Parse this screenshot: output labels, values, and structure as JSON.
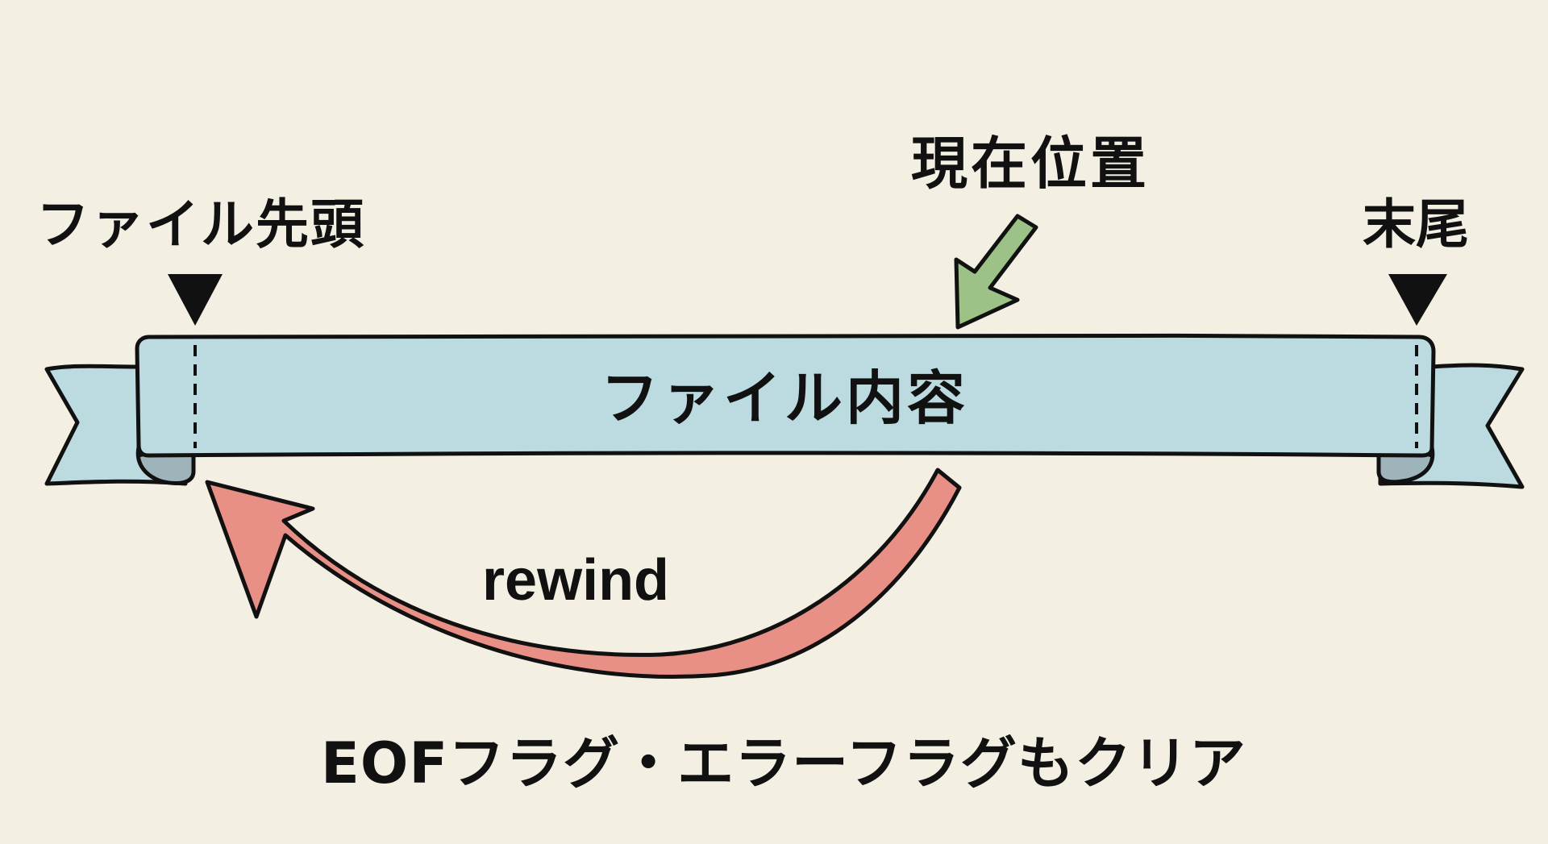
{
  "diagram": {
    "labels": {
      "file_start": "ファイル先頭",
      "file_end": "末尾",
      "current_position": "現在位置",
      "file_contents": "ファイル内容",
      "rewind": "rewind",
      "note": "EOFフラグ・エラーフラグもクリア"
    },
    "colors": {
      "background": "#f3efe2",
      "ribbon": "#bcdbe1",
      "ribbon_fold": "#9fb3ba",
      "current_arrow": "#9cc287",
      "rewind_arrow": "#e88f86",
      "outline": "#111111"
    },
    "markers": [
      {
        "name": "start-marker",
        "glyph": "down-triangle"
      },
      {
        "name": "end-marker",
        "glyph": "down-triangle"
      }
    ]
  }
}
